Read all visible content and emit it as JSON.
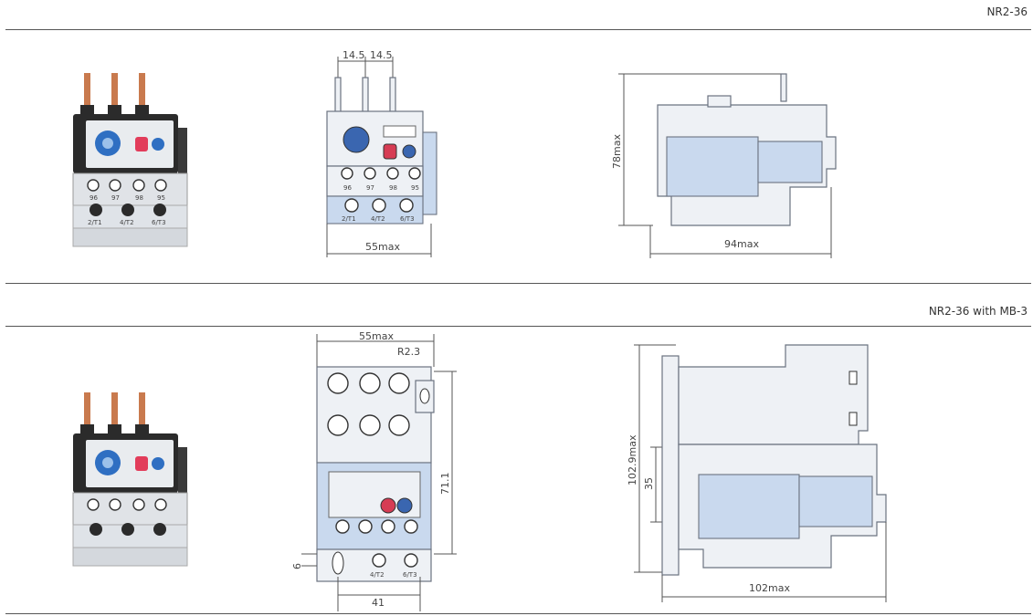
{
  "sections": [
    {
      "title": "NR2-36",
      "front_dims": {
        "pitch_left": "14.5",
        "pitch_right": "14.5",
        "width": "55max"
      },
      "side_dims": {
        "height": "78max",
        "depth": "94max"
      },
      "terminal_labels_top": [
        "96",
        "97",
        "98",
        "95"
      ],
      "terminal_labels_bottom": [
        "2/T1",
        "4/T2",
        "6/T3"
      ]
    },
    {
      "title": "NR2-36 with MB-3",
      "front_dims": {
        "width": "55max",
        "radius": "R2.3",
        "height": "71.1",
        "base": "41",
        "small": "6"
      },
      "side_dims": {
        "height": "102.9max",
        "offset": "35",
        "depth": "102max"
      },
      "terminal_labels_bottom": [
        "4/T2",
        "6/T3"
      ]
    }
  ],
  "product_photo": {
    "labels_top": [
      "96",
      "97",
      "98",
      "95"
    ],
    "labels_bottom": [
      "2/T1",
      "4/T2",
      "6/T3"
    ]
  },
  "colors": {
    "accent_blue": "#2f6fc2",
    "accent_red": "#e23c5a",
    "body": "#2b2b2b",
    "light_blue": "#c9d9ee"
  }
}
